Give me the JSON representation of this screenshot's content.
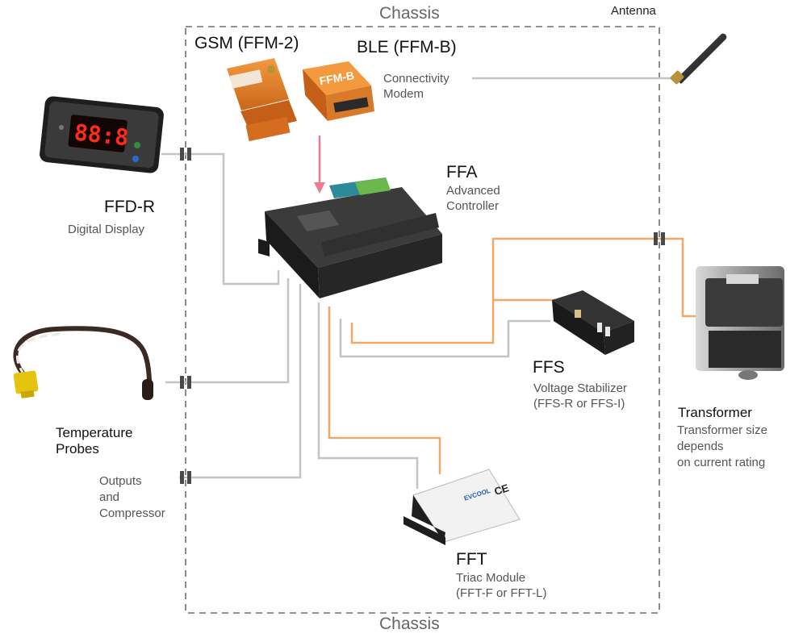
{
  "chassis": {
    "top_label": "Chassis",
    "bottom_label": "Chassis"
  },
  "antenna": {
    "label": "Antenna"
  },
  "modems": {
    "gsm_title": "GSM (FFM-2)",
    "ble_title": "BLE (FFM-B)",
    "ble_device_text": "FFM-B",
    "caption": [
      "Connectivity",
      "Modem"
    ]
  },
  "ffd_r": {
    "title": "FFD-R",
    "subtitle": "Digital Display",
    "readout": "88:8"
  },
  "ffa": {
    "title": "FFA",
    "subtitle": [
      "Advanced",
      "Controller"
    ]
  },
  "probes": {
    "title": [
      "Temperature",
      "Probes"
    ]
  },
  "outputs": {
    "title": [
      "Outputs",
      "and",
      "Compressor"
    ]
  },
  "ffs": {
    "title": "FFS",
    "subtitle": [
      "Voltage Stabilizer",
      "(FFS-R or FFS-I)"
    ]
  },
  "transformer": {
    "title": "Transformer",
    "subtitle": [
      "Transformer size",
      "depends",
      "on current rating"
    ]
  },
  "fft": {
    "title": "FFT",
    "subtitle": [
      "Triac Module",
      "(FFT-F or FFT-L)"
    ],
    "device_text": "EVCOOL",
    "ce_mark": "CE"
  },
  "colors": {
    "gray_wire": "#c4c4c4",
    "orange_wire": "#f0a868",
    "arrow": "#ee7a8f",
    "modem_orange": "#e9842a"
  }
}
